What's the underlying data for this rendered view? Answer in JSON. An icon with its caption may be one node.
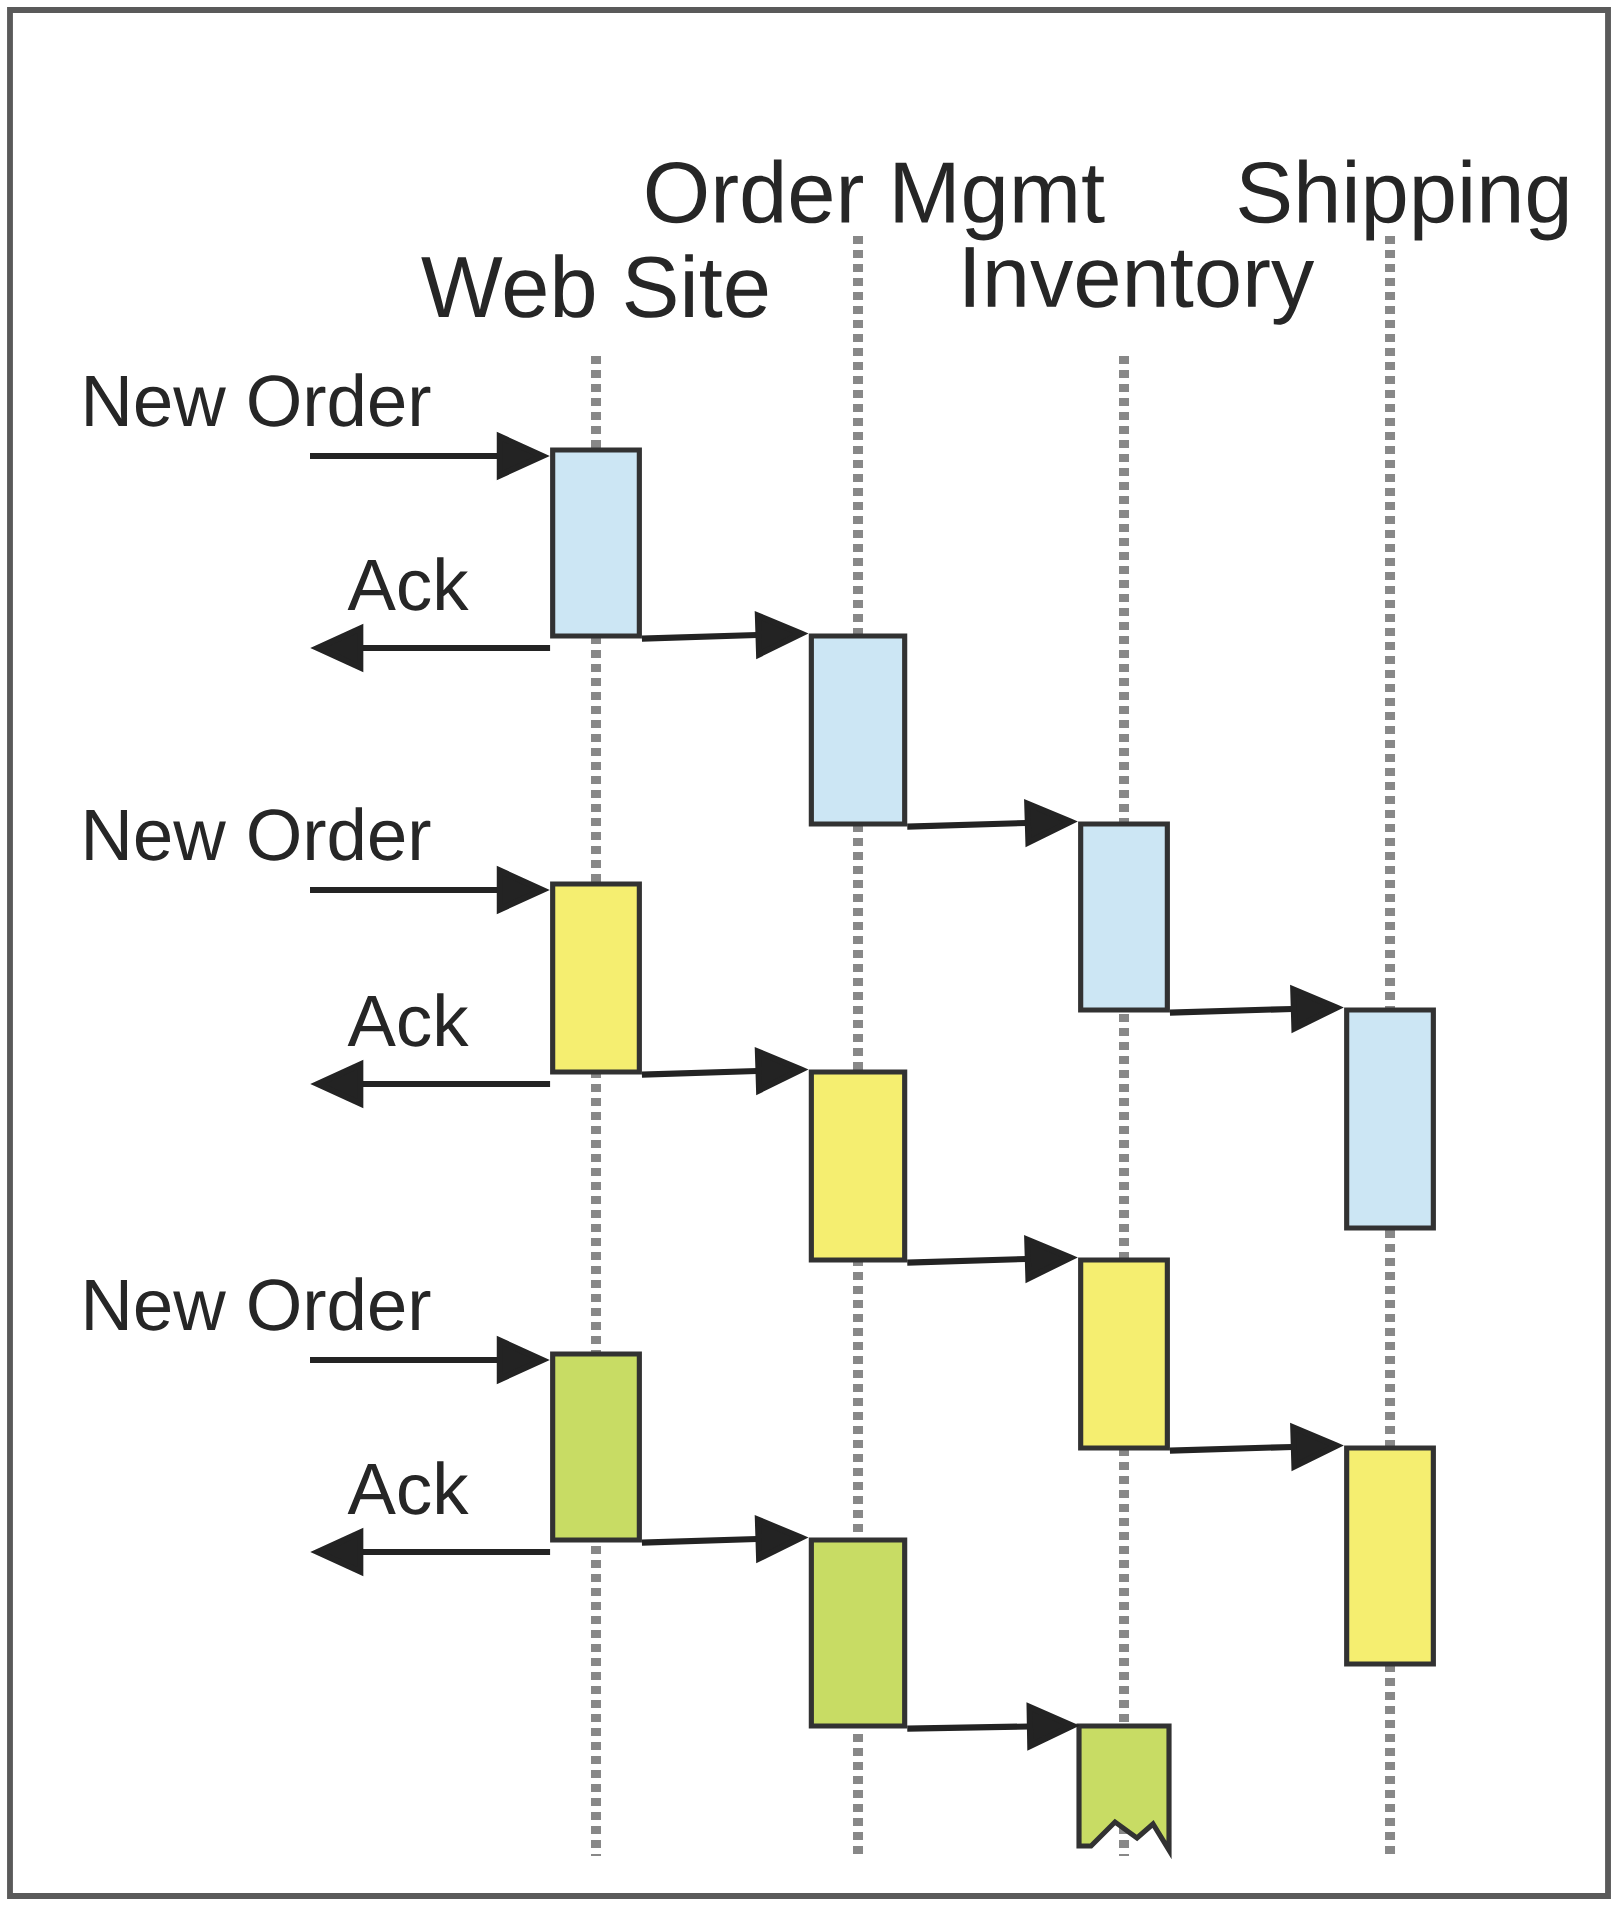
{
  "diagram": {
    "nodes": [
      {
        "text": [],
        "shape": "box"
      },
      {
        "text": [],
        "shape": "box"
      },
      {
        "text": [],
        "shape": "box"
      },
      {
        "text": [],
        "shape": "box"
      },
      {
        "text": [],
        "shape": "box"
      },
      {
        "text": [],
        "shape": "box"
      },
      {
        "text": [],
        "shape": "box"
      },
      {
        "text": [],
        "shape": "box"
      },
      {
        "text": [],
        "shape": "box"
      },
      {
        "text": [],
        "shape": "box"
      },
      {
        "text": [],
        "shape": "box"
      }
    ],
    "edges": [
      {
        "from": null,
        "to": 0,
        "arrow": "to",
        "label": "New Order"
      },
      {
        "from": 0,
        "to": null,
        "arrow": "to",
        "label": "Ack"
      },
      {
        "from": 0,
        "to": 1,
        "arrow": "to"
      },
      {
        "from": 1,
        "to": 2,
        "arrow": "to"
      },
      {
        "from": 2,
        "to": 4,
        "arrow": "to"
      },
      {
        "from": null,
        "to": 3,
        "arrow": "to",
        "label": "New Order"
      },
      {
        "from": 3,
        "to": null,
        "arrow": "to",
        "label": "Ack"
      },
      {
        "from": 3,
        "to": 5,
        "arrow": "to"
      },
      {
        "from": 5,
        "to": 6,
        "arrow": "to"
      },
      {
        "from": 6,
        "to": 8,
        "arrow": "to"
      },
      {
        "from": null,
        "to": 7,
        "arrow": "to",
        "label": "New Order"
      },
      {
        "from": 7,
        "to": null,
        "arrow": "to",
        "label": "Ack"
      },
      {
        "from": 7,
        "to": 9,
        "arrow": "to"
      },
      {
        "from": 9,
        "to": 10,
        "arrow": "to"
      }
    ],
    "labels": [
      "Order Mgmt",
      "Shipping",
      "Web Site",
      "Inventory"
    ]
  }
}
